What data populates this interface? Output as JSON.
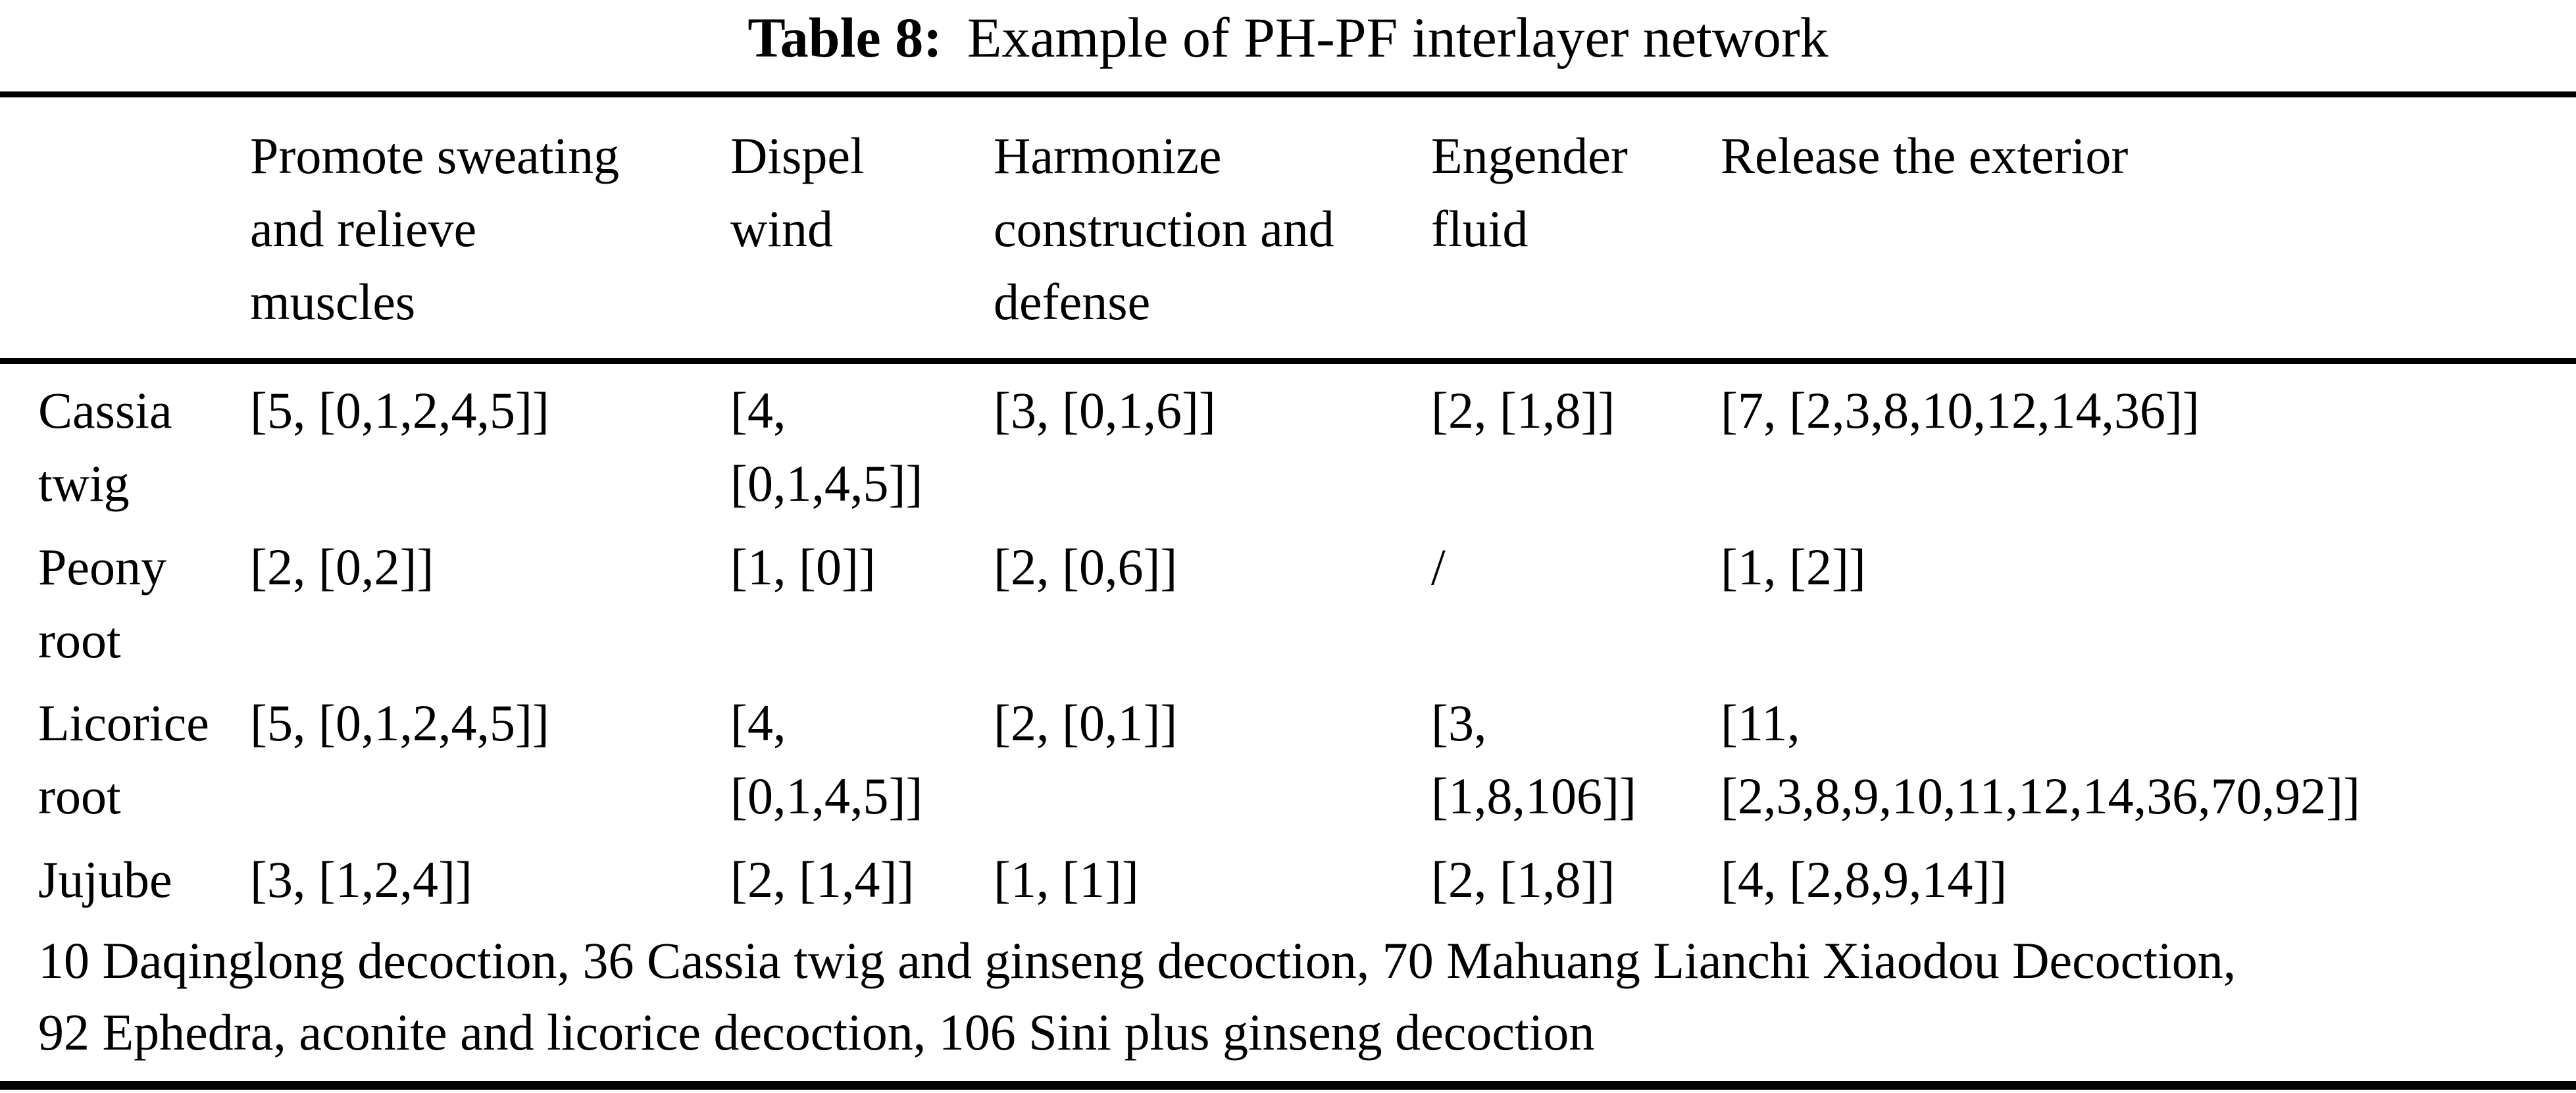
{
  "caption": {
    "label": "Table 8:",
    "text": "Example of PH-PF interlayer network"
  },
  "table": {
    "columns": [
      "",
      "Promote sweating\nand relieve\nmuscles",
      "Dispel\nwind",
      "Harmonize\nconstruction and\ndefense",
      "Engender\nfluid",
      "Release the exterior"
    ],
    "rows": [
      {
        "label": "Cassia\ntwig",
        "cells": [
          "[5, [0,1,2,4,5]]",
          "[4,\n[0,1,4,5]]",
          "[3, [0,1,6]]",
          "[2, [1,8]]",
          "[7, [2,3,8,10,12,14,36]]"
        ]
      },
      {
        "label": "Peony\nroot",
        "cells": [
          "[2, [0,2]]",
          "[1, [0]]",
          "[2, [0,6]]",
          "/",
          "[1, [2]]"
        ]
      },
      {
        "label": "Licorice\nroot",
        "cells": [
          "[5, [0,1,2,4,5]]",
          "[4,\n[0,1,4,5]]",
          "[2, [0,1]]",
          "[3,\n[1,8,106]]",
          "[11,\n[2,3,8,9,10,11,12,14,36,70,92]]"
        ]
      },
      {
        "label": "Jujube",
        "cells": [
          "[3, [1,2,4]]",
          "[2, [1,4]]",
          "[1, [1]]",
          "[2, [1,8]]",
          "[4, [2,8,9,14]]"
        ]
      }
    ],
    "footnote": "10 Daqinglong decoction, 36 Cassia twig and ginseng decoction, 70 Mahuang Lianchi Xiaodou Decoction,\n92 Ephedra, aconite and licorice decoction, 106 Sini plus ginseng decoction"
  }
}
